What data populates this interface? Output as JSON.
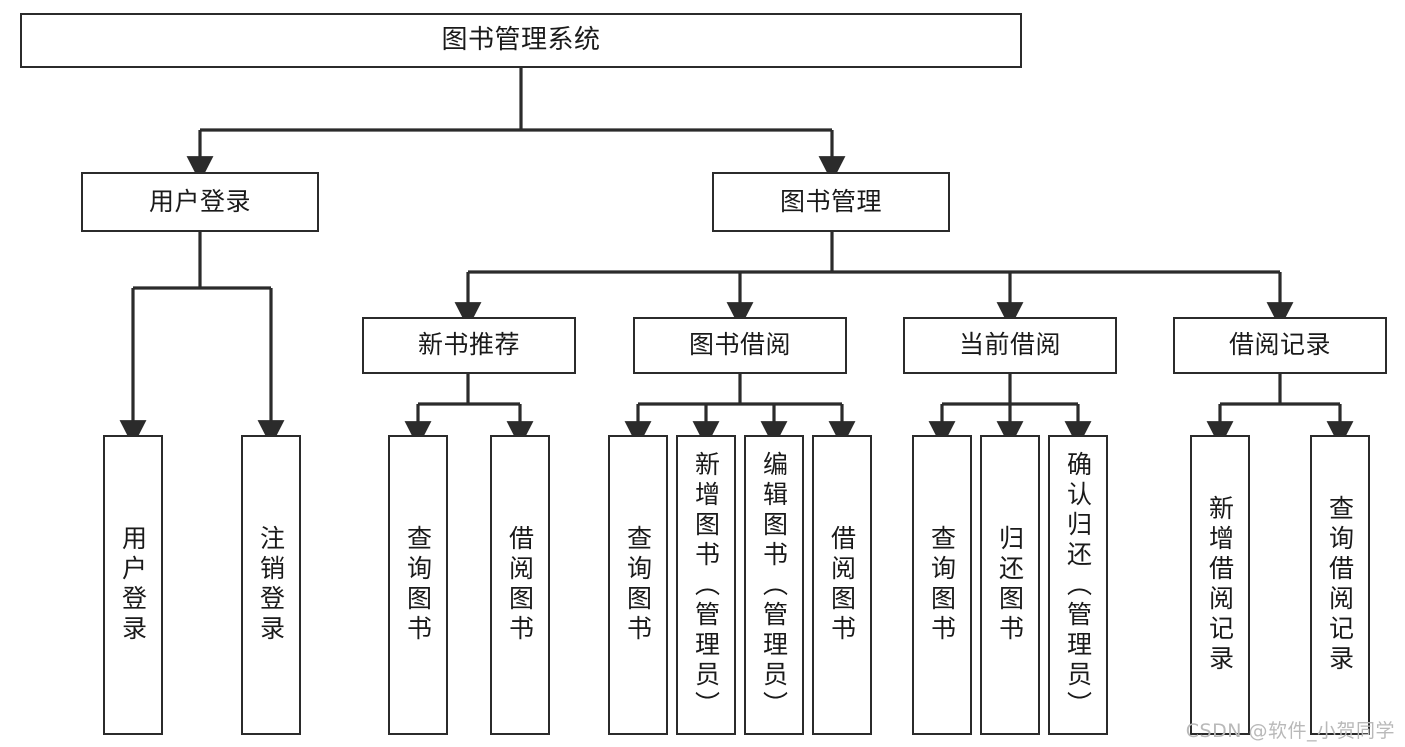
{
  "diagram": {
    "title": "图书管理系统",
    "watermark": "CSDN @软件_小贺同学",
    "colors": {
      "box_border": "#2b2b2b",
      "box_fill": "#ffffff",
      "edge": "#2b2b2b",
      "text": "#1a1a1a",
      "watermark": "#b9b9b9",
      "background": "#ffffff"
    },
    "levels": {
      "root": "图书管理系统",
      "level1": [
        "用户登录",
        "图书管理"
      ],
      "level2": [
        "新书推荐",
        "图书借阅",
        "当前借阅",
        "借阅记录"
      ]
    },
    "nodes": {
      "root": {
        "label": "图书管理系统"
      },
      "user_login": {
        "label": "用户登录"
      },
      "book_manage": {
        "label": "图书管理"
      },
      "new_book_rec": {
        "label": "新书推荐"
      },
      "book_borrow": {
        "label": "图书借阅"
      },
      "current_borrow": {
        "label": "当前借阅"
      },
      "borrow_record": {
        "label": "借阅记录"
      },
      "leaf_user_login": {
        "label": "用户登录"
      },
      "leaf_user_logout": {
        "label": "注销登录"
      },
      "leaf_rec_query": {
        "label": "查询图书"
      },
      "leaf_rec_borrow": {
        "label": "借阅图书"
      },
      "leaf_borrow_query": {
        "label": "查询图书"
      },
      "leaf_borrow_add": {
        "label": "新增图书（管理员）"
      },
      "leaf_borrow_edit": {
        "label": "编辑图书（管理员）"
      },
      "leaf_borrow_lend": {
        "label": "借阅图书"
      },
      "leaf_cur_query": {
        "label": "查询图书"
      },
      "leaf_cur_return": {
        "label": "归还图书"
      },
      "leaf_cur_confirm": {
        "label": "确认归还（管理员）"
      },
      "leaf_rec_add": {
        "label": "新增借阅记录"
      },
      "leaf_rec_search": {
        "label": "查询借阅记录"
      }
    },
    "tree": {
      "图书管理系统": {
        "用户登录": [
          "用户登录",
          "注销登录"
        ],
        "图书管理": {
          "新书推荐": [
            "查询图书",
            "借阅图书"
          ],
          "图书借阅": [
            "查询图书",
            "新增图书（管理员）",
            "编辑图书（管理员）",
            "借阅图书"
          ],
          "当前借阅": [
            "查询图书",
            "归还图书",
            "确认归还（管理员）"
          ],
          "借阅记录": [
            "新增借阅记录",
            "查询借阅记录"
          ]
        }
      }
    }
  }
}
